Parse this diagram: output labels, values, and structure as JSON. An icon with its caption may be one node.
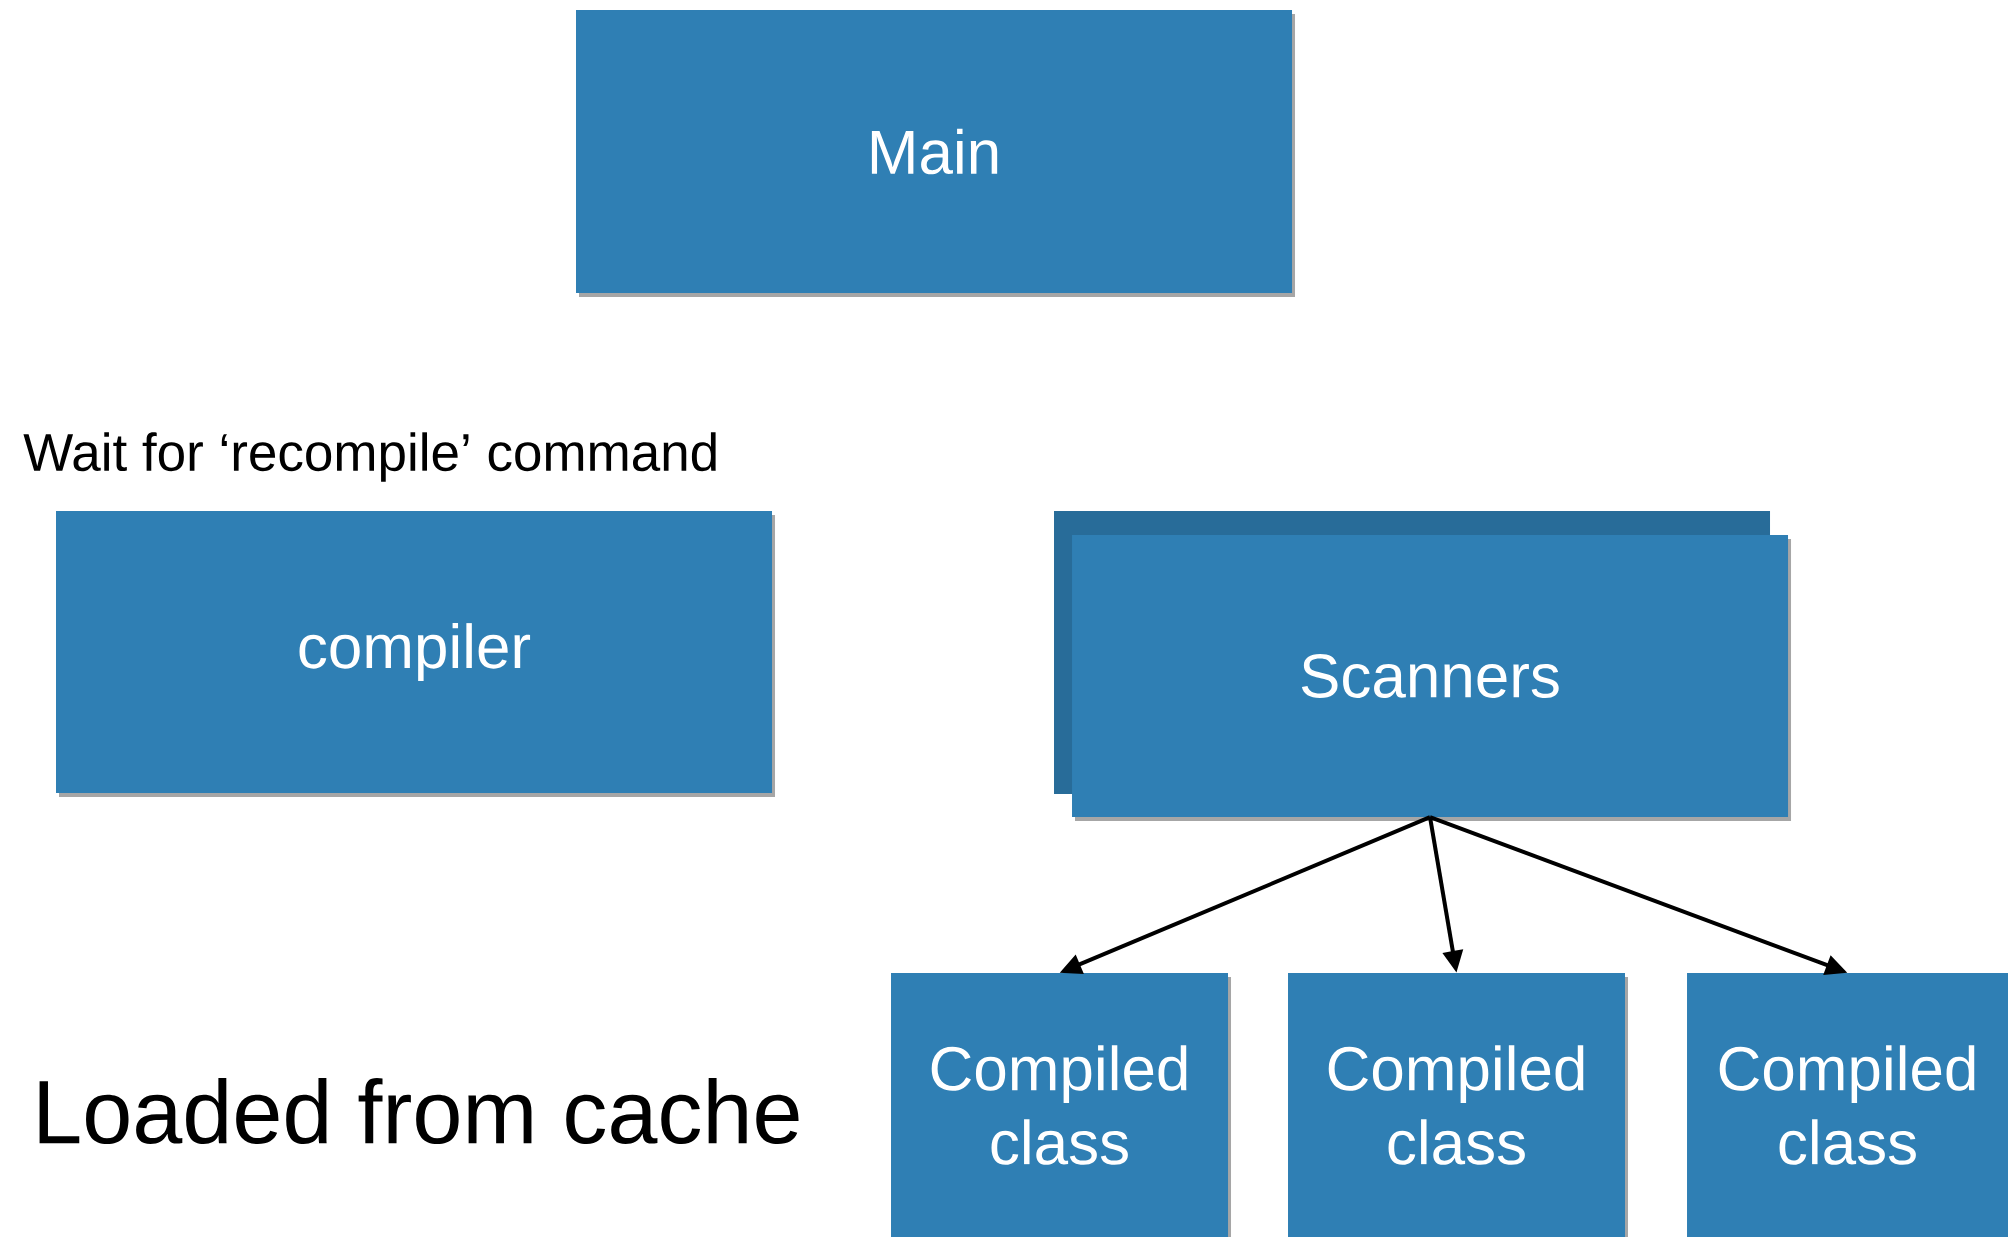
{
  "diagram": {
    "nodes": [
      {
        "text": [
          "Main"
        ]
      },
      {
        "text": [
          "compiler"
        ],
        "beside": [
          "Wait for ‘recompile’ command"
        ]
      },
      {
        "text": [
          "Scanners"
        ]
      },
      {
        "text": [
          "Compiled class"
        ]
      },
      {
        "text": [
          "Compiled class"
        ]
      },
      {
        "text": [
          "Compiled class"
        ]
      }
    ],
    "edges": [
      {
        "from": 2,
        "to": 3,
        "arrow": "to"
      },
      {
        "from": 2,
        "to": 4,
        "arrow": "to"
      },
      {
        "from": 2,
        "to": 5,
        "arrow": "to"
      }
    ],
    "labels": [
      "Loaded from cache"
    ]
  }
}
